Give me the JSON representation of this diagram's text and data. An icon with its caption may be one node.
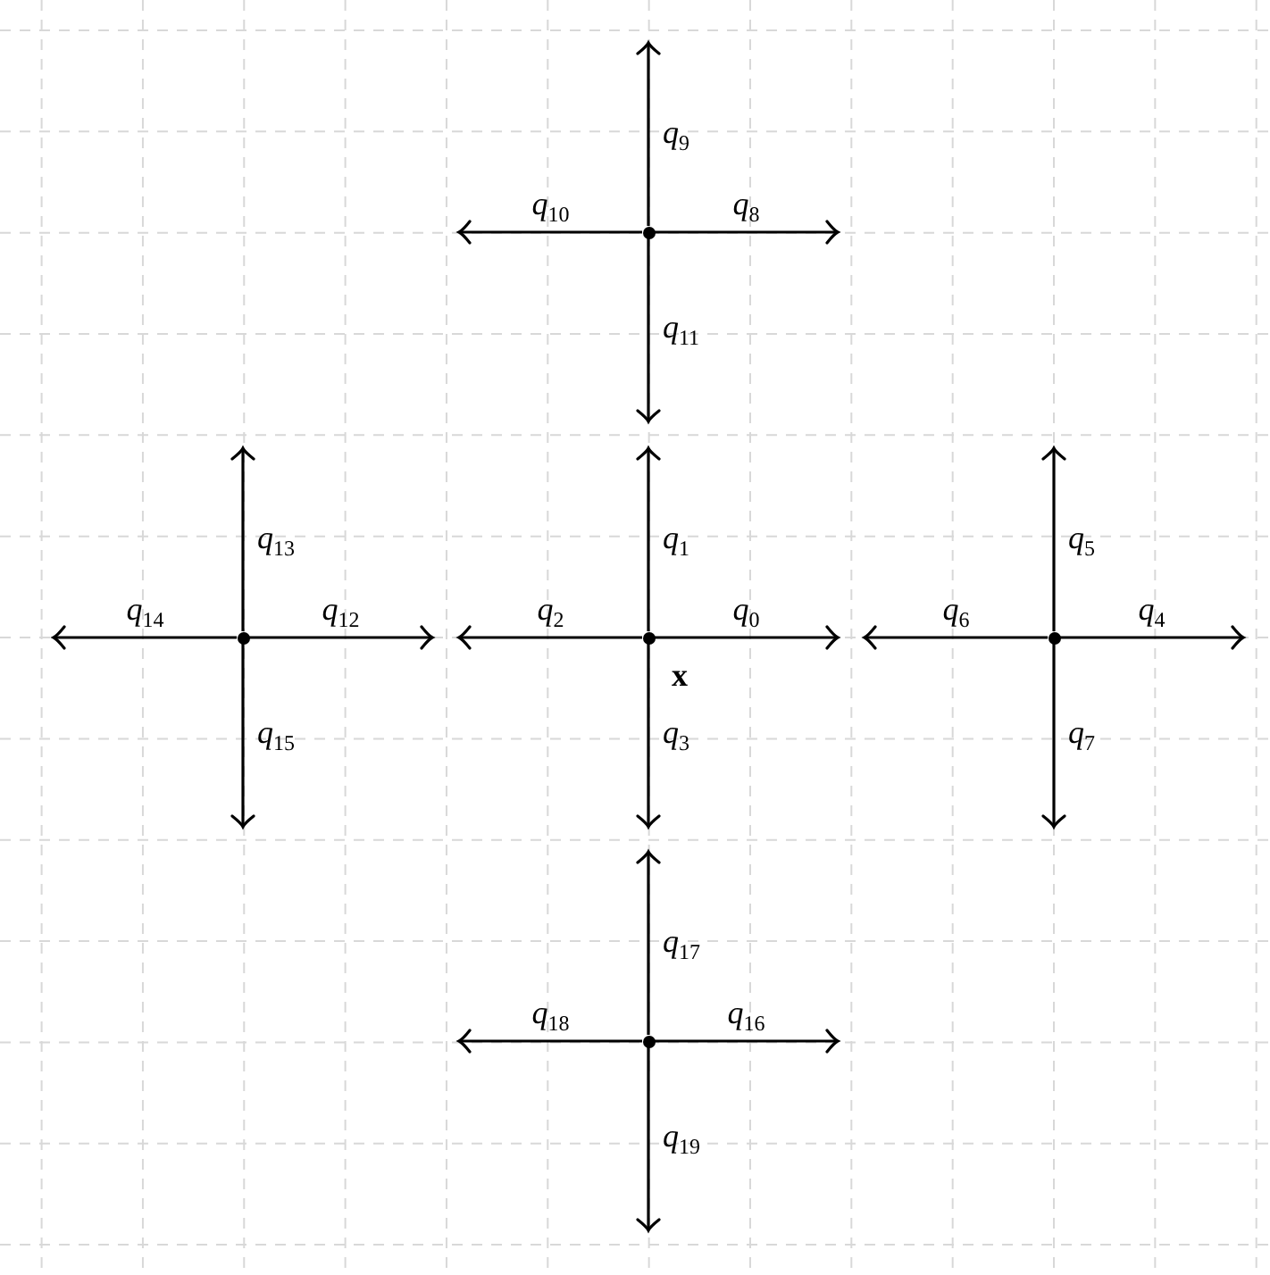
{
  "diagram": {
    "nodes": [
      {
        "text": [],
        "shape": "circle"
      },
      {
        "text": [],
        "shape": "circle"
      },
      {
        "text": [],
        "shape": "circle",
        "beside": [
          "x"
        ]
      },
      {
        "text": [],
        "shape": "circle"
      },
      {
        "text": [],
        "shape": "circle"
      }
    ],
    "edges": [
      {
        "from": 2,
        "to": null,
        "arrow": "to",
        "label": "q$_{0}$"
      },
      {
        "from": 2,
        "to": null,
        "arrow": "to",
        "label": "q$_{1}$"
      },
      {
        "from": 2,
        "to": null,
        "arrow": "to",
        "label": "q$_{2}$"
      },
      {
        "from": 2,
        "to": null,
        "arrow": "to",
        "label": "q$_{3}$"
      },
      {
        "from": 3,
        "to": null,
        "arrow": "to",
        "label": "q$_{4}$"
      },
      {
        "from": 3,
        "to": null,
        "arrow": "to",
        "label": "q$_{5}$"
      },
      {
        "from": 3,
        "to": null,
        "arrow": "to",
        "label": "q$_{6}$"
      },
      {
        "from": 3,
        "to": null,
        "arrow": "to",
        "label": "q$_{7}$"
      },
      {
        "from": 0,
        "to": null,
        "arrow": "to",
        "label": "q$_{8}$"
      },
      {
        "from": 0,
        "to": null,
        "arrow": "to",
        "label": "q$_{9}$"
      },
      {
        "from": 0,
        "to": null,
        "arrow": "to",
        "label": "q$_{10}$"
      },
      {
        "from": 0,
        "to": null,
        "arrow": "to",
        "label": "q$_{11}$"
      },
      {
        "from": 1,
        "to": null,
        "arrow": "to",
        "label": "q$_{12}$"
      },
      {
        "from": 1,
        "to": null,
        "arrow": "to",
        "label": "q$_{13}$"
      },
      {
        "from": 1,
        "to": null,
        "arrow": "to",
        "label": "q$_{14}$"
      },
      {
        "from": 1,
        "to": null,
        "arrow": "to",
        "label": "q$_{15}$"
      },
      {
        "from": 4,
        "to": null,
        "arrow": "to",
        "label": "q$_{16}$"
      },
      {
        "from": 4,
        "to": null,
        "arrow": "to",
        "label": "q$_{17}$"
      },
      {
        "from": 4,
        "to": null,
        "arrow": "to",
        "label": "q$_{18}$"
      },
      {
        "from": 4,
        "to": null,
        "arrow": "to",
        "label": "q$_{19}$"
      }
    ]
  }
}
